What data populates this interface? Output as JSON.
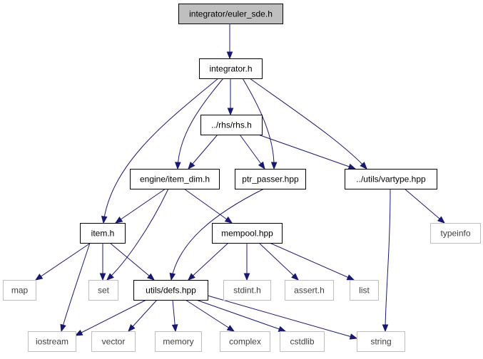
{
  "diagram": {
    "colors": {
      "edge": "#191970",
      "root_fill": "#bfbfbf",
      "node_border": "#000000",
      "system_border": "#bfbfbf"
    },
    "nodes": [
      {
        "id": "euler",
        "label": "integrator/euler_sde.h",
        "kind": "root"
      },
      {
        "id": "integrator",
        "label": "integrator.h",
        "kind": "file"
      },
      {
        "id": "rhs",
        "label": "../rhs/rhs.h",
        "kind": "file"
      },
      {
        "id": "itemdim",
        "label": "engine/item_dim.h",
        "kind": "file"
      },
      {
        "id": "ptr",
        "label": "ptr_passer.hpp",
        "kind": "file"
      },
      {
        "id": "vartype",
        "label": "../utils/vartype.hpp",
        "kind": "file"
      },
      {
        "id": "typeinfo",
        "label": "typeinfo",
        "kind": "system"
      },
      {
        "id": "item",
        "label": "item.h",
        "kind": "file"
      },
      {
        "id": "mempool",
        "label": "mempool.hpp",
        "kind": "file"
      },
      {
        "id": "map",
        "label": "map",
        "kind": "system"
      },
      {
        "id": "set",
        "label": "set",
        "kind": "system"
      },
      {
        "id": "defs",
        "label": "utils/defs.hpp",
        "kind": "file"
      },
      {
        "id": "stdint",
        "label": "stdint.h",
        "kind": "system"
      },
      {
        "id": "assert",
        "label": "assert.h",
        "kind": "system"
      },
      {
        "id": "list",
        "label": "list",
        "kind": "system"
      },
      {
        "id": "iostream",
        "label": "iostream",
        "kind": "system"
      },
      {
        "id": "vector",
        "label": "vector",
        "kind": "system"
      },
      {
        "id": "memory",
        "label": "memory",
        "kind": "system"
      },
      {
        "id": "complex",
        "label": "complex",
        "kind": "system"
      },
      {
        "id": "cstdlib",
        "label": "cstdlib",
        "kind": "system"
      },
      {
        "id": "string",
        "label": "string",
        "kind": "system"
      }
    ],
    "edges": [
      {
        "from": "euler",
        "to": "integrator"
      },
      {
        "from": "integrator",
        "to": "item"
      },
      {
        "from": "integrator",
        "to": "itemdim"
      },
      {
        "from": "integrator",
        "to": "rhs"
      },
      {
        "from": "integrator",
        "to": "ptr"
      },
      {
        "from": "integrator",
        "to": "vartype"
      },
      {
        "from": "rhs",
        "to": "itemdim"
      },
      {
        "from": "rhs",
        "to": "ptr"
      },
      {
        "from": "rhs",
        "to": "vartype"
      },
      {
        "from": "itemdim",
        "to": "item"
      },
      {
        "from": "itemdim",
        "to": "mempool"
      },
      {
        "from": "itemdim",
        "to": "set"
      },
      {
        "from": "ptr",
        "to": "defs"
      },
      {
        "from": "vartype",
        "to": "typeinfo"
      },
      {
        "from": "vartype",
        "to": "string"
      },
      {
        "from": "item",
        "to": "map"
      },
      {
        "from": "item",
        "to": "set"
      },
      {
        "from": "item",
        "to": "defs"
      },
      {
        "from": "item",
        "to": "iostream"
      },
      {
        "from": "mempool",
        "to": "defs"
      },
      {
        "from": "mempool",
        "to": "stdint"
      },
      {
        "from": "mempool",
        "to": "assert"
      },
      {
        "from": "mempool",
        "to": "list"
      },
      {
        "from": "defs",
        "to": "iostream"
      },
      {
        "from": "defs",
        "to": "vector"
      },
      {
        "from": "defs",
        "to": "memory"
      },
      {
        "from": "defs",
        "to": "complex"
      },
      {
        "from": "defs",
        "to": "cstdlib"
      },
      {
        "from": "defs",
        "to": "string"
      }
    ]
  }
}
